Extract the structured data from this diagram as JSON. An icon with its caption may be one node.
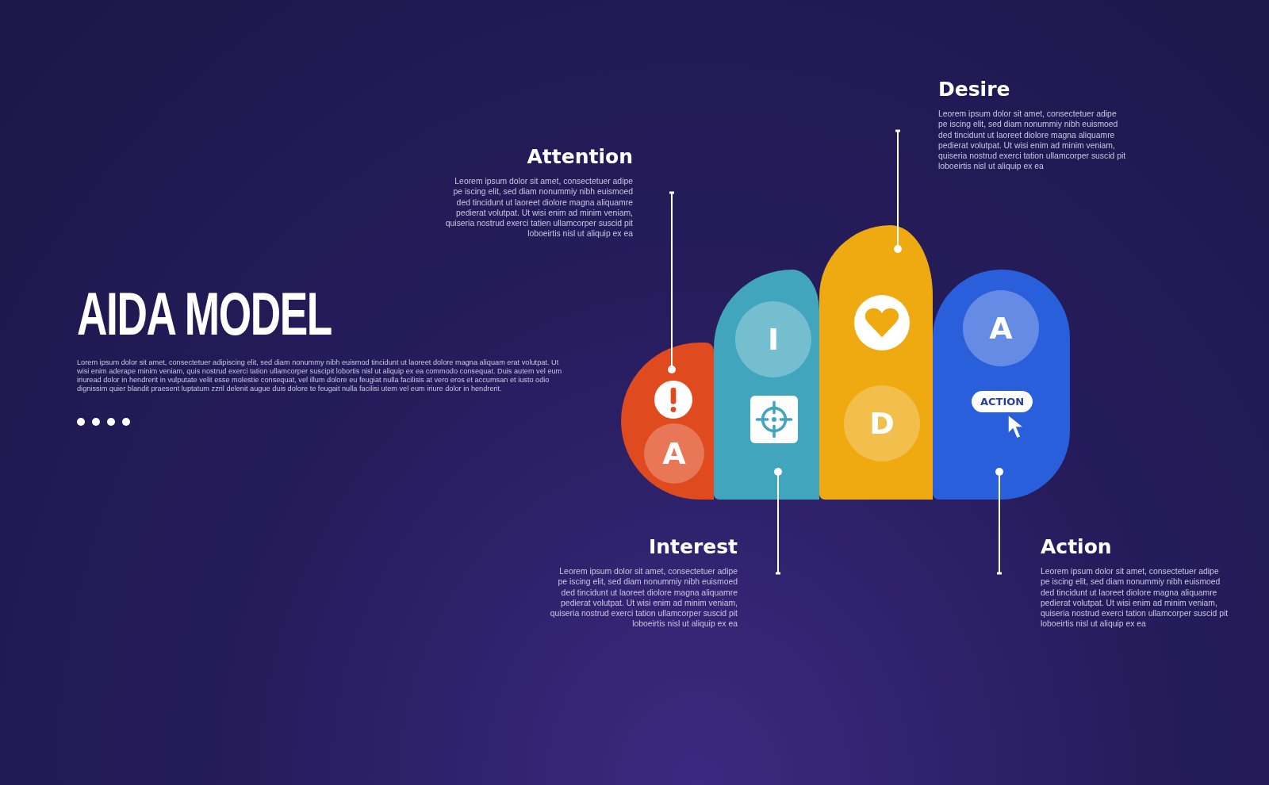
{
  "diagram": {
    "title": "AIDA MODEL",
    "nodes": [
      {
        "text": [
          "A"
        ]
      },
      {
        "text": [
          "I"
        ]
      },
      {
        "text": [
          "D"
        ]
      },
      {
        "text": [
          "A",
          "ACTION"
        ]
      },
      {
        "text": [
          "Attention",
          "Leorem ipsum dolor sit amet, consectetuer adipe pe iscing elit, sed diam nonummiy nibh euismoed ded tincidunt ut laoreet diolore magna aliquamre pedierat volutpat. Ut wisi enim ad minim veniam, quiseria nostrud exerci tatien ullamcorper suscid pit loboeirtis nisl ut aliquip ex ea"
        ]
      },
      {
        "text": [
          "Desire",
          "Leorem ipsum dolor sit amet, consectetuer adipe pe iscing elit, sed diam nonummiy nibh euismoed ded tincidunt ut laoreet diolore magna aliquamre pedierat volutpat. Ut wisi enim ad minim veniam, quiseria nostrud exerci tation ullamcorper suscid pit loboeirtis nisl ut aliquip ex ea"
        ]
      },
      {
        "text": [
          "Interest",
          "Leorem ipsum dolor sit amet, consectetuer adipe pe iscing elit, sed diam nonummiy nibh euismoed ded tincidunt ut laoreet diolore magna aliquamre pedierat volutpat. Ut wisi enim ad minim veniam, quiseria nostrud exerci tation ullamcorper suscid pit loboeirtis nisl ut aliquip ex ea"
        ]
      },
      {
        "text": [
          "Action",
          "Leorem ipsum dolor sit amet, consectetuer adipe pe iscing elit, sed diam nonummiy nibh euismoed ded tincidunt ut laoreet diolore magna aliquamre pedierat volutpat. Ut wisi enim ad minim veniam, quiseria nostrud exerci tation ullamcorper suscid pit loboeirtis nisl ut aliquip ex ea"
        ]
      }
    ],
    "edges": [
      {
        "from": 4,
        "to": 0,
        "arrow": "other"
      },
      {
        "from": 5,
        "to": 2,
        "arrow": "other"
      },
      {
        "from": 6,
        "to": 1,
        "arrow": "other"
      },
      {
        "from": 7,
        "to": 3,
        "arrow": "other"
      }
    ],
    "labels": [
      "Lorem ipsum dolor sit amet, consectetuer adipiscing elit, sed diam nonummy nibh euismod tincidunt ut laoreet dolore magna aliquam erat volutpat. Ut wisi enim aderape minim veniam, quis nostrud exerci tation ullamcorper suscipit lobortis nisl ut aliquip ex ea commodo consequat. Duis autem vel eum iriuread dolor in hendrerit in vulputate velit esse molestie consequat, vel illum dolore eu feugiat nulla facilisis at vero eros et accumsan et iusto odio dignissim quier blandit praesent luptatum zzril delenit augue duis dolore te feugait nulla facilisi utem vel eum iriure dolor in hendrerit."
    ]
  }
}
